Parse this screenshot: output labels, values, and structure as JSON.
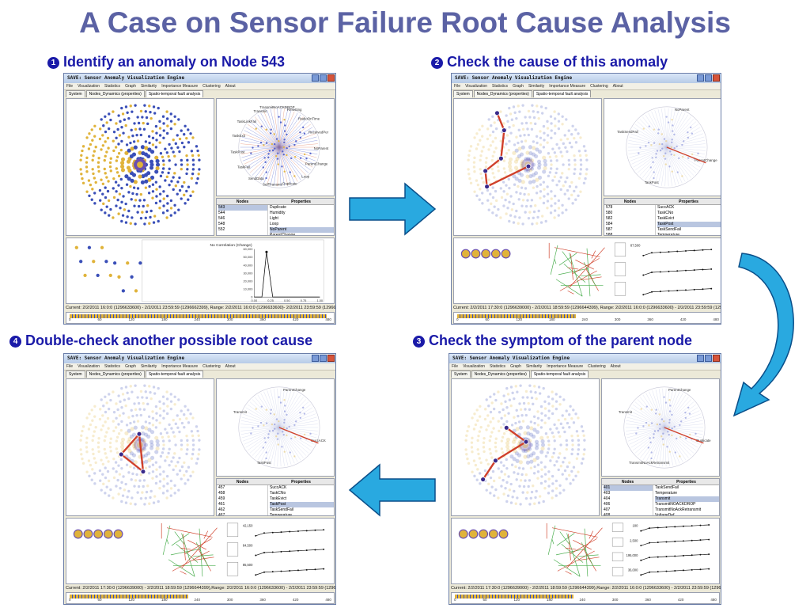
{
  "title": "A Case on Sensor Failure Root Cause Analysis",
  "steps": {
    "s1": {
      "num": "1",
      "label": "Identify an anomaly on Node 543"
    },
    "s2": {
      "num": "2",
      "label": "Check the cause of this anomaly"
    },
    "s3": {
      "num": "3",
      "label": "Check the symptom of the parent node"
    },
    "s4": {
      "num": "4",
      "label": "Double-check another possible root cause"
    }
  },
  "app": {
    "window_title": "SAVE: Sensor Anomaly Visualization Engine",
    "menu": [
      "File",
      "Visualization",
      "Statistics",
      "Graph",
      "Similarity",
      "Importance Measure",
      "Clustering",
      "About"
    ],
    "tabs": [
      "System",
      "Nodes_Dynamics (properties)",
      "Spatio-temporal fault analysis"
    ],
    "nodes_header": "Nodes",
    "properties_header": "Properties",
    "timeline_ticks": [
      "0",
      "60",
      "120",
      "180",
      "240",
      "300",
      "360",
      "420",
      "480"
    ]
  },
  "panels": {
    "p1": {
      "nodes": [
        "543",
        "544",
        "546",
        "548",
        "552"
      ],
      "properties": [
        "Duplicate",
        "Humidity",
        "Light",
        "Loop",
        "NoParent",
        "ParentChange"
      ],
      "selected_node": 0,
      "selected_property": 4,
      "chart_title": "No Correlation (Change)",
      "y_ticks": [
        "60,000",
        "50,000",
        "40,000",
        "30,000",
        "20,000",
        "10,000",
        "0"
      ],
      "x_ticks": [
        "0.00",
        "0.25",
        "0.50",
        "0.75",
        "1.00"
      ],
      "status": "Current:  2/2/2011 16:0:0 (1296633600) - 2/2/2011 23:59:59 (1296662399),  Range: 2/2/2011 16:0:0 (1296633600)- 2/2/2011 23:59:59 (1296662399)",
      "radial_labels": [
        "Resetting",
        "RadioOnTime",
        "ReceivedPer",
        "NoParent",
        "ParentChange",
        "Loop",
        "Duplicate",
        "SelfTransmit",
        "SendData",
        "TaskFail",
        "TaskPost",
        "TaskExit",
        "TaskLinkFail",
        "Transmit",
        "TransmitNoACKDROP"
      ]
    },
    "p2": {
      "nodes": [
        "578",
        "580",
        "582",
        "584",
        "587",
        "588"
      ],
      "properties": [
        "SuccACK",
        "TaskCNo",
        "TaskEvict",
        "TaskPost",
        "TaskSendFail",
        "Temperature"
      ],
      "selected_node": -1,
      "selected_property": 3,
      "spark_values": [
        "87,500",
        "",
        ""
      ],
      "status": "Current:  2/2/2011 17:30:0 (1296639000) - 2/2/2011 18:59:59 (1296644399),  Range: 2/2/2011 16:0:0 (1296633600) - 2/2/2011 23:59:59 (1296662399)",
      "radial_labels": [
        "NoParent",
        "ParentChange",
        "TaskPost",
        "TaskSendFail"
      ]
    },
    "p3": {
      "nodes": [
        "401",
        "403",
        "404",
        "406",
        "407",
        "408"
      ],
      "properties": [
        "TaskSendFail",
        "Temperature",
        "Transmit",
        "TransmitNOACKDROP",
        "TransmitNoAckRetransmit",
        "VoltageDef"
      ],
      "selected_node": 0,
      "selected_property": 2,
      "spark_values": [
        "180",
        "2,500",
        "195,000",
        "36,000"
      ],
      "status": "Current:  2/2/2011 17:30:0 (1296639000) - 2/2/2011 18:59:59 (1296644399),Range: 2/2/2011 16:0:0 (1296633600) - 2/2/2011 23:59:59 (1296662399)",
      "radial_labels": [
        "ParentChange",
        "Duplicate",
        "TransmitNoAckRetransmit",
        "Transmit"
      ]
    },
    "p4": {
      "nodes": [
        "457",
        "458",
        "459",
        "461",
        "462",
        "467"
      ],
      "properties": [
        "SuccACK",
        "TaskCNo",
        "TaskEvict",
        "TaskPost",
        "TaskSendFail",
        "Temperature"
      ],
      "selected_node": -1,
      "selected_property": 3,
      "spark_values": [
        "42,150",
        "84,500",
        "85,500"
      ],
      "status": "Current:  2/2/2011 17:30:0 (1296639000) - 2/2/2011 18:59:59 (1296644399),Range: 2/2/2011 16:0:0 (1296633600) - 2/2/2011 23:59:59 (1296662399)",
      "radial_labels": [
        "ParentChange",
        "SuccACK",
        "TaskPost",
        "Transmit"
      ]
    }
  },
  "colors": {
    "title": "#5b62a4",
    "step": "#1a1aa8",
    "arrow": "#29a9e0",
    "arrow_stroke": "#0a4f8a",
    "node_blue": "#3a4fb8",
    "node_gold": "#e0b33a",
    "link_red": "#d0402a",
    "link_green": "#4caf50"
  }
}
